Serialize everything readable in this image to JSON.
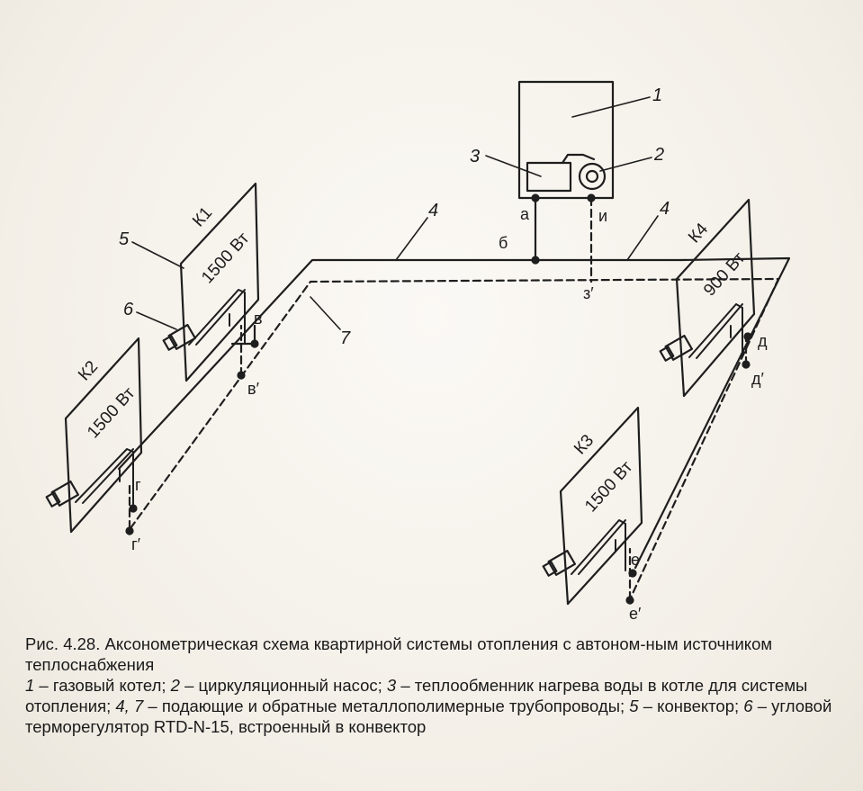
{
  "diagram": {
    "boiler_number": "1",
    "pump_number": "2",
    "exchanger_number": "3",
    "supply_pipe_number": "4",
    "convector_number": "5",
    "thermoregulator_number": "6",
    "return_pipe_number": "7",
    "points": {
      "a": "а",
      "b": "б",
      "v": "в",
      "v_prime": "в′",
      "g": "г",
      "g_prime": "г′",
      "d": "д",
      "d_prime": "д′",
      "e": "е",
      "e_prime": "е′",
      "z_prime": "з′",
      "i": "и"
    },
    "convectors": {
      "k1": {
        "name": "К1",
        "power": "1500 Вт"
      },
      "k2": {
        "name": "К2",
        "power": "1500 Вт"
      },
      "k3": {
        "name": "К3",
        "power": "1500 Вт"
      },
      "k4": {
        "name": "К4",
        "power": "900 Вт"
      }
    }
  },
  "caption": {
    "title": "Рис. 4.28. Аксонометрическая схема квартирной системы отопления с автоном-ным источником теплоснабжения",
    "legend": [
      {
        "num": "1",
        "text": " – газовый котел; "
      },
      {
        "num": "2",
        "text": " – циркуляционный насос; "
      },
      {
        "num": "3",
        "text": " – теплообменник нагрева воды в котле для системы отопления; "
      },
      {
        "num": "4, 7",
        "text": " – подающие и обратные металлополимерные трубопроводы; "
      },
      {
        "num": "5",
        "text": " – конвектор; "
      },
      {
        "num": "6",
        "text": " – угловой терморегулятор RTD-N-15, встроенный в конвектор"
      }
    ]
  }
}
